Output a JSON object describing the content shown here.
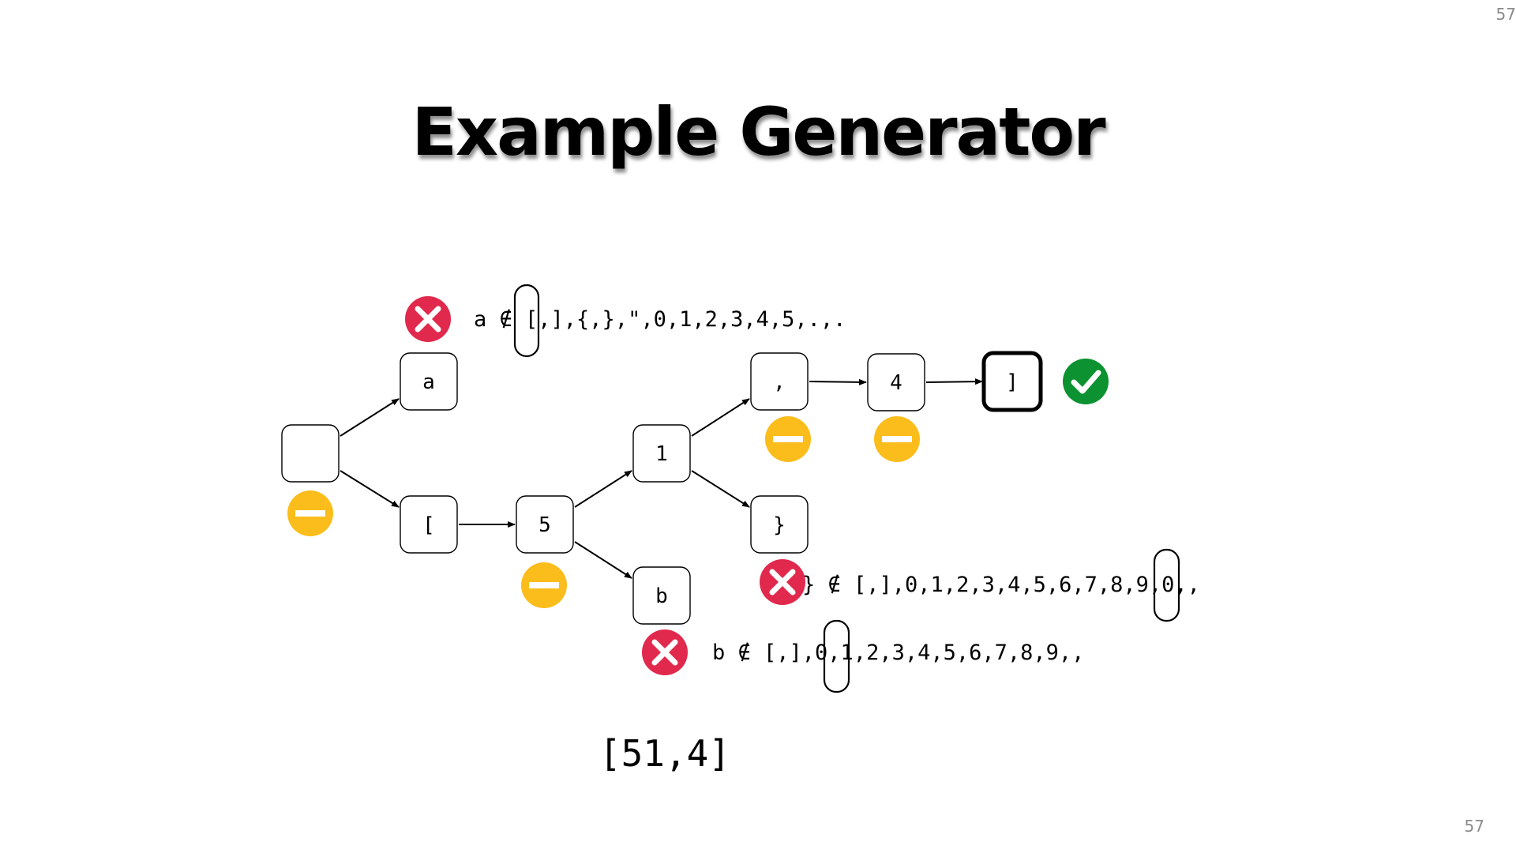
{
  "page_number": "57",
  "title": "Example Generator",
  "colors": {
    "reject": "#e1294d",
    "neutral": "#fbbd1b",
    "accept": "#0c9230"
  },
  "nodes": [
    {
      "id": "root",
      "label": ""
    },
    {
      "id": "a",
      "label": "a"
    },
    {
      "id": "open",
      "label": "["
    },
    {
      "id": "five",
      "label": "5"
    },
    {
      "id": "b",
      "label": "b"
    },
    {
      "id": "one",
      "label": "1"
    },
    {
      "id": "comma",
      "label": ","
    },
    {
      "id": "brace",
      "label": "}"
    },
    {
      "id": "four",
      "label": "4"
    },
    {
      "id": "close",
      "label": "]"
    }
  ],
  "edges": [
    {
      "from": "root",
      "to": "a"
    },
    {
      "from": "root",
      "to": "open"
    },
    {
      "from": "open",
      "to": "five"
    },
    {
      "from": "five",
      "to": "one"
    },
    {
      "from": "five",
      "to": "b"
    },
    {
      "from": "one",
      "to": "comma"
    },
    {
      "from": "one",
      "to": "brace"
    },
    {
      "from": "comma",
      "to": "four"
    },
    {
      "from": "four",
      "to": "close"
    }
  ],
  "status_icons": [
    {
      "id": "reject-a",
      "type": "reject",
      "icon": "x-icon"
    },
    {
      "id": "neutral-root",
      "type": "neutral",
      "icon": "minus-icon"
    },
    {
      "id": "neutral-five",
      "type": "neutral",
      "icon": "minus-icon"
    },
    {
      "id": "reject-b",
      "type": "reject",
      "icon": "x-icon"
    },
    {
      "id": "neutral-comma",
      "type": "neutral",
      "icon": "minus-icon"
    },
    {
      "id": "neutral-four",
      "type": "neutral",
      "icon": "minus-icon"
    },
    {
      "id": "reject-brace",
      "type": "reject",
      "icon": "x-icon"
    },
    {
      "id": "accept-close",
      "type": "accept",
      "icon": "check-icon"
    }
  ],
  "annotations": {
    "a_not_in": "a ∉ [,],{,},\",0,1,2,3,4,5,.,.",
    "brace_not_in": "} ∉ [,],0,1,2,3,4,5,6,7,8,9,0,,",
    "b_not_in": "b ∉ [,],0,1,2,3,4,5,6,7,8,9,,"
  },
  "result": "[51,4]"
}
